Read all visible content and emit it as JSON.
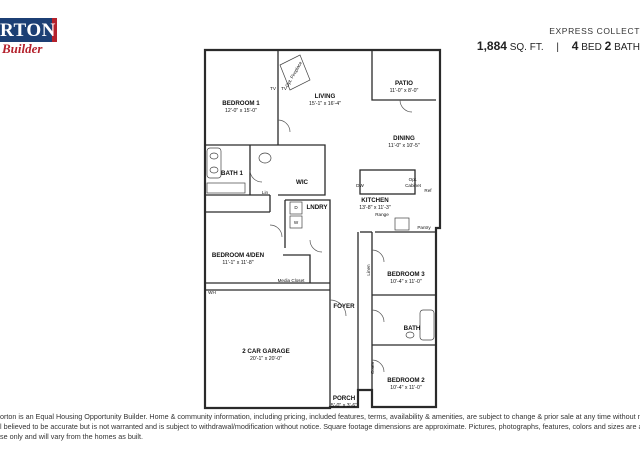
{
  "header": {
    "brand": "RTON",
    "brand_sub": "Builder",
    "collection": "EXPRESS COLLECT",
    "sqft_value": "1,884",
    "sqft_unit": "SQ. FT.",
    "separator": "|",
    "beds_value": "4",
    "beds_unit": "BED",
    "baths_value": "2",
    "baths_unit": "BATH"
  },
  "rooms": {
    "patio": {
      "name": "PATIO",
      "dim": "11'-0\" x 8'-0\""
    },
    "living": {
      "name": "LIVING",
      "dim": "15'-1\" x 16'-4\""
    },
    "bedroom1": {
      "name": "BEDROOM 1",
      "dim": "12'-0\" x 15'-0\""
    },
    "dining": {
      "name": "DINING",
      "dim": "11'-0\" x 10'-5\""
    },
    "bath1": {
      "name": "BATH 1"
    },
    "wic": {
      "name": "WIC"
    },
    "kitchen": {
      "name": "KITCHEN",
      "dim": "13'-8\" x 11'-3\""
    },
    "lndry": {
      "name": "LNDRY"
    },
    "bedroom4": {
      "name": "BEDROOM 4/DEN",
      "dim": "11'-1\" x 11'-8\""
    },
    "bedroom3": {
      "name": "BEDROOM 3",
      "dim": "10'-4\" x 11'-0\""
    },
    "media": {
      "name": "Media Closet"
    },
    "foyer": {
      "name": "FOYER"
    },
    "bath": {
      "name": "BATH"
    },
    "garage": {
      "name": "2 CAR GARAGE",
      "dim": "20'-1\" x 20'-0\""
    },
    "bedroom2": {
      "name": "BEDROOM 2",
      "dim": "10'-4\" x 11'-0\""
    },
    "porch": {
      "name": "PORCH",
      "dim": "5'-0\" x 3'-6\""
    }
  },
  "labels": {
    "opt_fireplace": "Opt. Fireplace",
    "tv1": "TV",
    "tv2": "TV",
    "dw": "DW",
    "opt_cabinet_1": "Opt.",
    "opt_cabinet_2": "Cabinet",
    "ref": "Ref",
    "range": "Range",
    "pantry": "Pantry",
    "lin1": "Lin",
    "lin2": "Linen",
    "coats": "Coats",
    "wh": "WH",
    "d": "D",
    "w": "W"
  },
  "disclaimer": {
    "line1": "orton is an Equal Housing Opportunity Builder. Home & community information, including pricing, included features, terms, availability & amenities, are subject to change & prior sale at any time without notice or obl",
    "line2": "l believed to be accurate but is not warranted and is subject to withdrawal/modification without notice. Square footage dimensions are approximate. Pictures, photographs, features, colors and sizes are approximat",
    "line3": "se only and will vary from the homes as built."
  }
}
